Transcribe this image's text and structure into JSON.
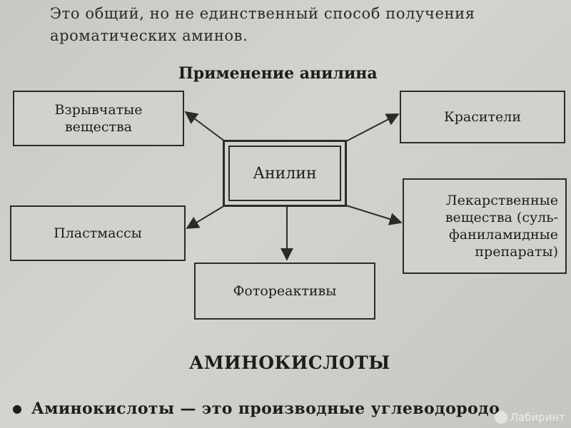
{
  "intro": {
    "line1": "Это общий, но не единственный способ получения",
    "line2": "ароматических аминов."
  },
  "diagram": {
    "title": "Применение анилина",
    "center": "Анилин",
    "nodes": {
      "explosives": "Взрывчатые\nвещества",
      "dyes": "Красители",
      "plastics": "Пластмассы",
      "medicines": "Лекарственные\nвещества (суль-\nфаниламидные\nпрепараты)",
      "photoreagents": "Фотореактивы"
    }
  },
  "section": {
    "heading": "АМИНОКИСЛОТЫ",
    "bullet_text": "Аминокислоты — это производные углеводородо"
  },
  "watermark": {
    "text": "Лабиринт"
  }
}
